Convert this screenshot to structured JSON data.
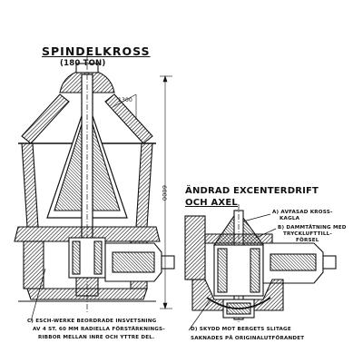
{
  "drawing": {
    "title": "SPINDELKROSS",
    "subtitle": "(180 TON)",
    "title2_line1": "ÄNDRAD EXCENTERDRIFT",
    "title2_line2": "OCH  AXEL",
    "dim_big": "6000",
    "dim_small": "1300"
  },
  "annotations": {
    "a_line1": "a) AVFASAD KROSS-",
    "a_line2": "KAGLA",
    "b_line1": "b) DAMMTÄTNING MED",
    "b_line2": "TRYCKLUFTTILL-",
    "b_line3": "FÖRSEL",
    "c_line1": "c) ESCH-WERKE BEORDRADE INSVETSNING",
    "c_line2": "AV 4 ST. 60 MM  RADIELLA FÖRSTÄRKNINGS-",
    "c_line3": "RIBBOR MELLAN INRE OCH YTTRE DEL.",
    "d_line1": "d) SKYDD MOT BERGETS SLITAGE",
    "d_line2": "SAKNADES PÅ ORIGINALUTFÖRANDET"
  }
}
